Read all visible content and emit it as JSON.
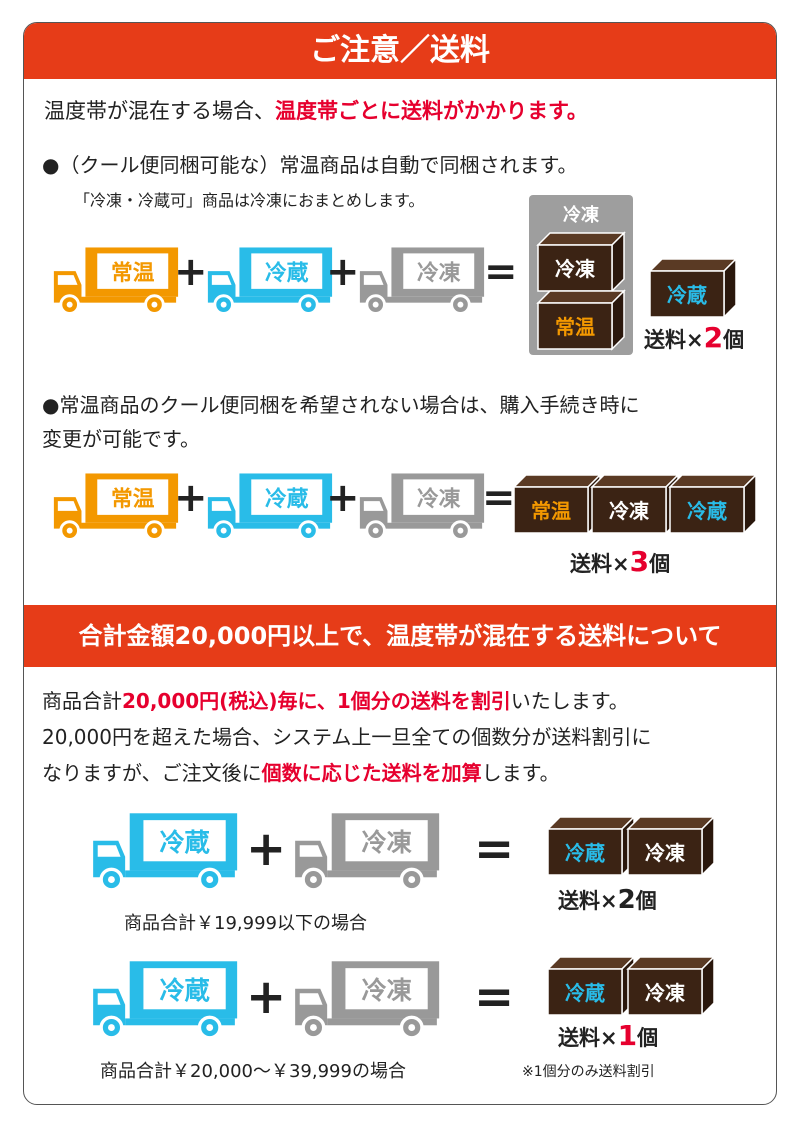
{
  "header": {
    "title": "ご注意／送料"
  },
  "section1": {
    "intro_plain": "温度帯が混在する場合、",
    "intro_red": "温度帯ごとに送料がかかります。",
    "bullet1": "●（クール便同梱可能な）常温商品は自動で同梱されます。",
    "bullet1_sub": "「冷凍・冷蔵可」商品は冷凍におまとめします。",
    "group_label": "冷凍",
    "fee_prefix": "送料×",
    "fee_num_a": "2",
    "fee_num_b": "3",
    "fee_suffix": "個",
    "bullet2_line1": "●常温商品のクール便同梱を希望されない場合は、購入手続き時に",
    "bullet2_line2": "変更が可能です。"
  },
  "labels": {
    "normal": "常温",
    "chilled": "冷蔵",
    "frozen": "冷凍",
    "plus": "+",
    "equals": "="
  },
  "colors": {
    "header_bg": "#e63c18",
    "normal_truck": "#f39800",
    "chilled_truck": "#29bce8",
    "frozen_truck": "#999999",
    "box_brown": "#3b2314",
    "normal_text": "#f39800",
    "chilled_text": "#29bce8",
    "emphasis_red": "#e6002e"
  },
  "section2": {
    "title": "合計金額20,000円以上で、温度帯が混在する送料について",
    "line1_a": "商品合計",
    "line1_red": "20,000円(税込)毎に、1個分の送料を割引",
    "line1_b": "いたします。",
    "line2": "20,000円を超えた場合、システム上一旦全ての個数分が送料割引に",
    "line3_a": "なりますが、ご注文後に",
    "line3_red": "個数に応じた送料を加算",
    "line3_b": "します。",
    "case1_caption": "商品合計￥19,999以下の場合",
    "case1_fee_num": "2",
    "case2_caption": "商品合計￥20,000～￥39,999の場合",
    "case2_fee_num": "1",
    "case2_note": "※1個分のみ送料割引"
  }
}
